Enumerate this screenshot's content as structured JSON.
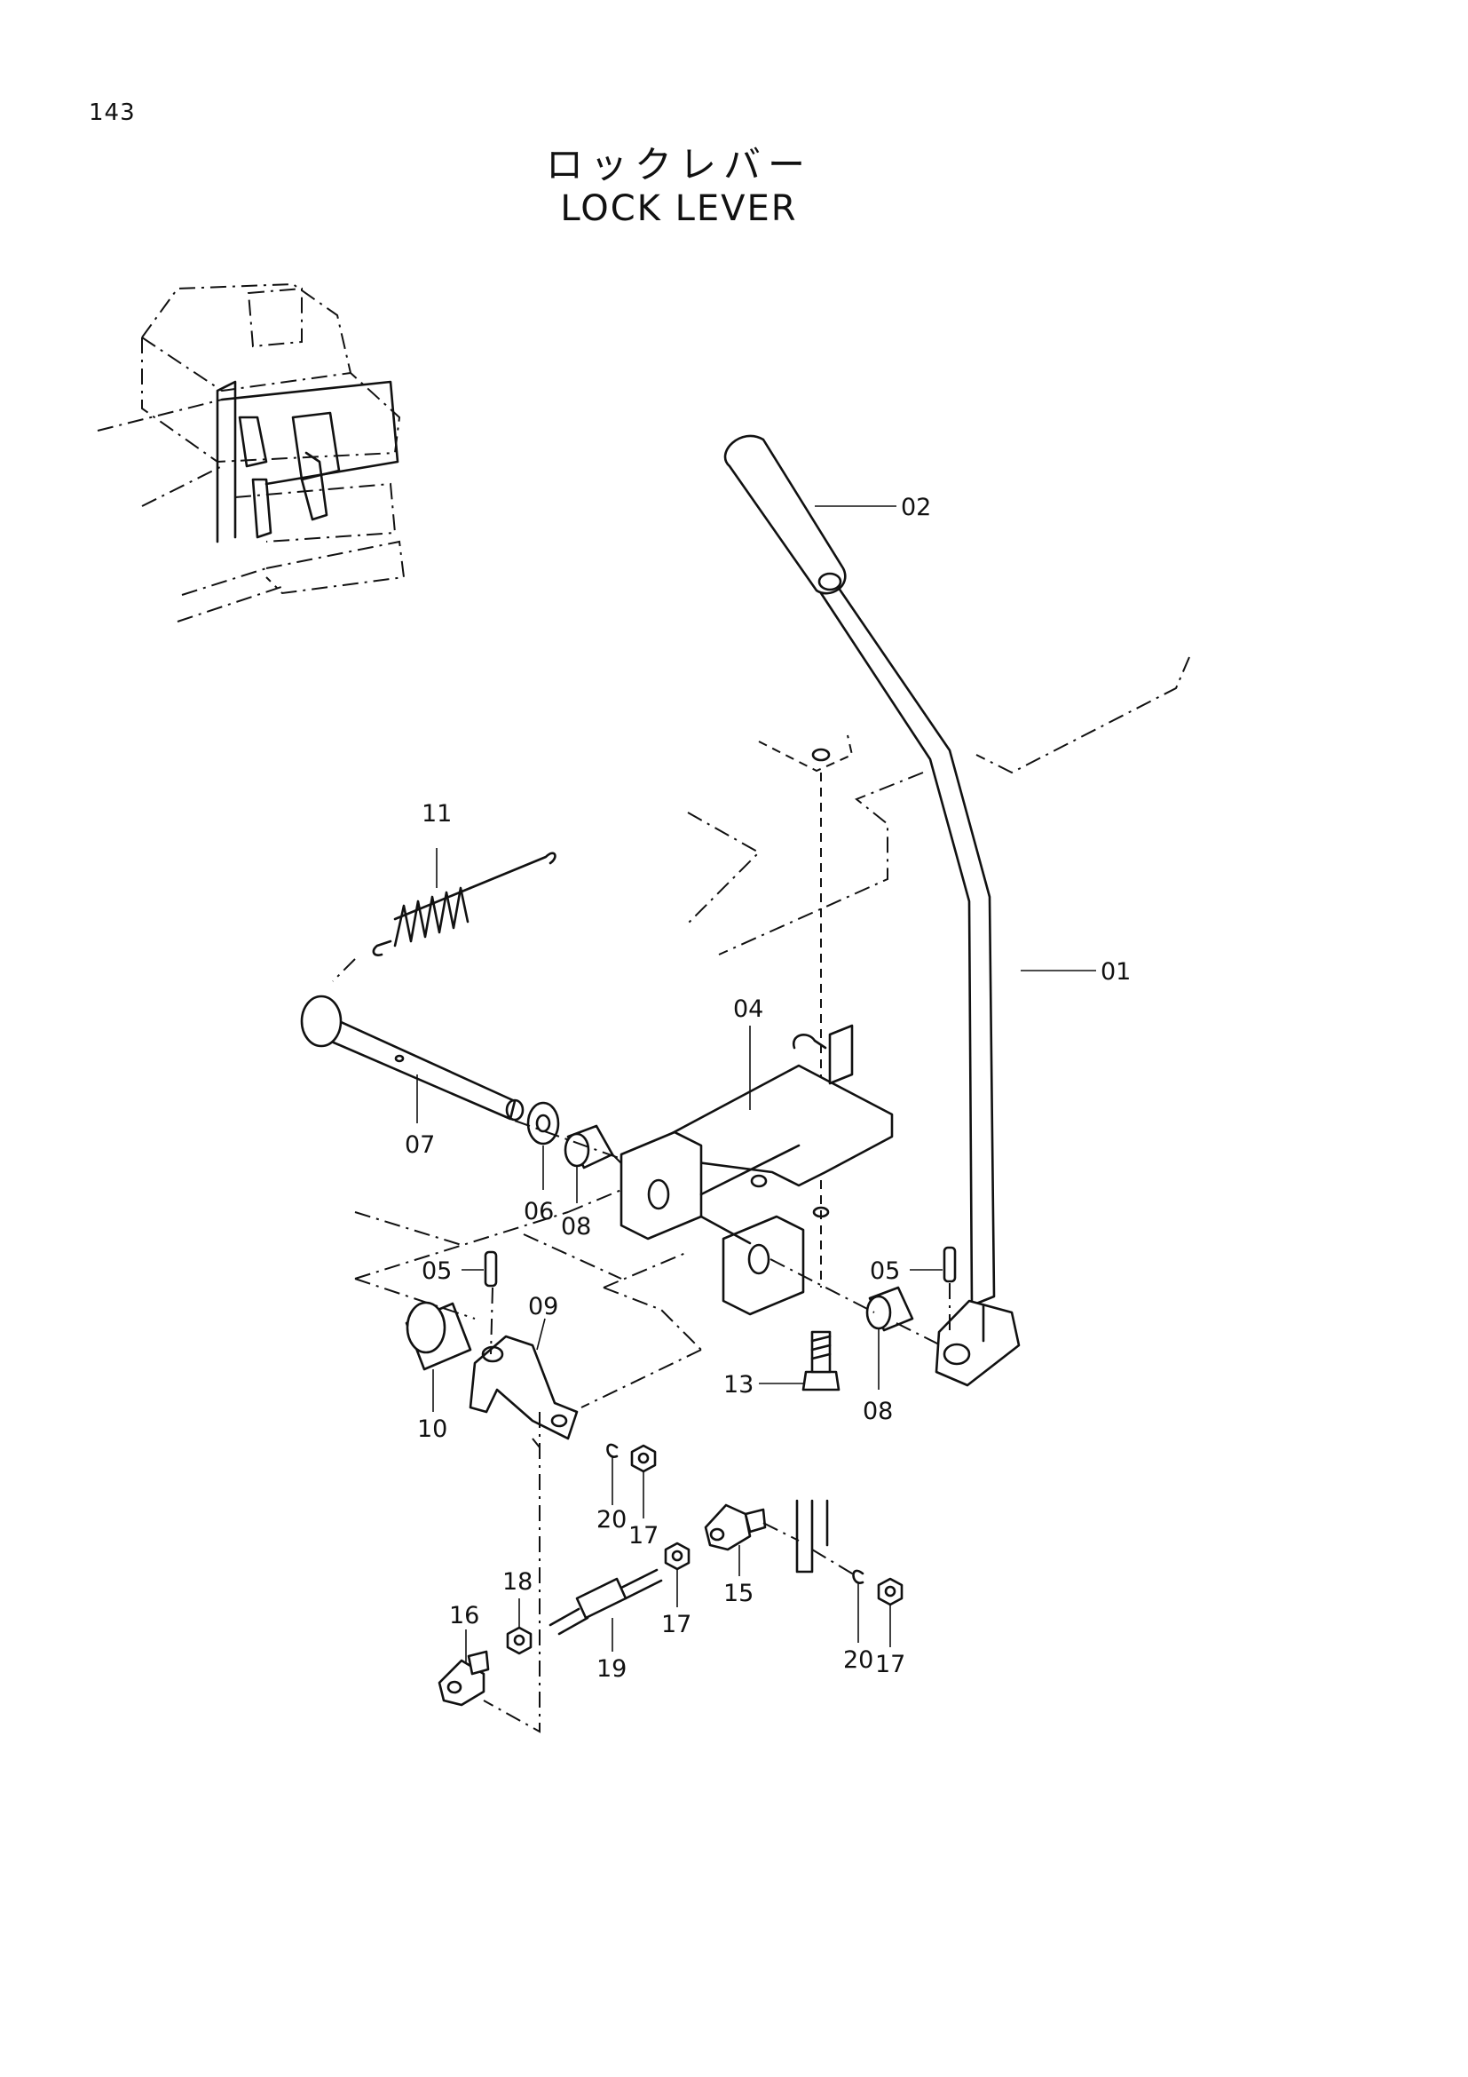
{
  "page_number": "143",
  "title_ja": "ロックレバー",
  "title_en": "LOCK LEVER",
  "callouts": {
    "c01": "01",
    "c02": "02",
    "c04": "04",
    "c05a": "05",
    "c05b": "05",
    "c06": "06",
    "c07": "07",
    "c08a": "08",
    "c08b": "08",
    "c09": "09",
    "c10": "10",
    "c11": "11",
    "c13": "13",
    "c15": "15",
    "c16": "16",
    "c17a": "17",
    "c17b": "17",
    "c17c": "17",
    "c18": "18",
    "c19": "19",
    "c20a": "20",
    "c20b": "20"
  }
}
